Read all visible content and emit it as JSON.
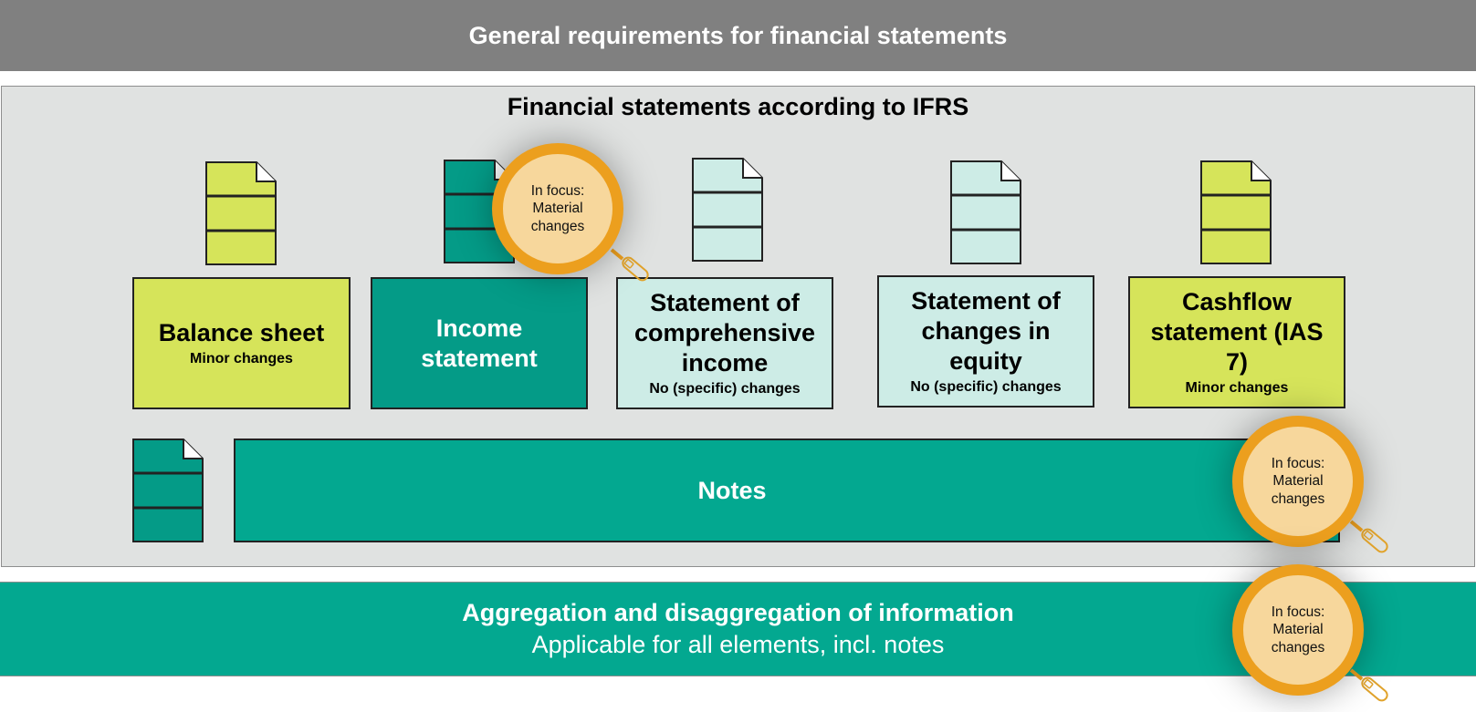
{
  "header": {
    "title": "General requirements for financial statements"
  },
  "panel": {
    "title": "Financial statements according to IFRS"
  },
  "statements": [
    {
      "title": "Balance sheet",
      "note": "Minor changes"
    },
    {
      "title": "Income statement",
      "note": ""
    },
    {
      "title": "Statement of comprehensive income",
      "note": "No (specific) changes"
    },
    {
      "title": "Statement of changes in equity",
      "note": "No (specific) changes"
    },
    {
      "title": "Cashflow statement (IAS 7)",
      "note": "Minor changes"
    }
  ],
  "notes": {
    "label": "Notes"
  },
  "footer": {
    "title": "Aggregation and disaggregation of information",
    "subtitle": "Applicable for all elements, incl. notes"
  },
  "focus_badge": {
    "text": "In focus: Material changes"
  },
  "colors": {
    "lime": "#d6e45a",
    "teal_dark": "#049b87",
    "teal": "#03a890",
    "teal_light": "#cdece6",
    "grey_banner": "#808080",
    "panel_bg": "#e0e2e1",
    "lens_ring": "#ec9f1e",
    "lens_fill": "#f7d79c"
  },
  "icons": [
    "document-icon",
    "magnifier-icon"
  ]
}
